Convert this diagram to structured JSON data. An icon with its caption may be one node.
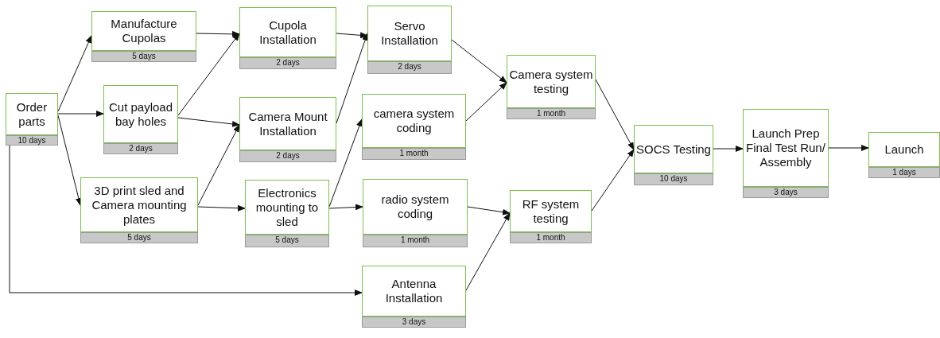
{
  "diagram": {
    "nodes": [
      {
        "text": [
          "Order parts"
        ],
        "beside": [
          "10 days"
        ]
      },
      {
        "text": [
          "Manufacture Cupolas"
        ],
        "beside": [
          "5 days"
        ]
      },
      {
        "text": [
          "Cut payload bay holes"
        ],
        "beside": [
          "2 days"
        ]
      },
      {
        "text": [
          "3D print sled and Camera mounting plates"
        ],
        "beside": [
          "5 days"
        ]
      },
      {
        "text": [
          "Cupola Installation"
        ],
        "beside": [
          "2 days"
        ]
      },
      {
        "text": [
          "Camera Mount Installation"
        ],
        "beside": [
          "2 days"
        ]
      },
      {
        "text": [
          "Electronics mounting to sled"
        ],
        "beside": [
          "5 days"
        ]
      },
      {
        "text": [
          "Servo Installation"
        ],
        "beside": [
          "2 days"
        ]
      },
      {
        "text": [
          "camera system coding"
        ],
        "beside": [
          "1 month"
        ]
      },
      {
        "text": [
          "radio system coding"
        ],
        "beside": [
          "1 month"
        ]
      },
      {
        "text": [
          "Antenna Installation"
        ],
        "beside": [
          "3 days"
        ]
      },
      {
        "text": [
          "Camera system testing"
        ],
        "beside": [
          "1 month"
        ]
      },
      {
        "text": [
          "RF system testing"
        ],
        "beside": [
          "1 month"
        ]
      },
      {
        "text": [
          "SOCS Testing"
        ],
        "beside": [
          "10 days"
        ]
      },
      {
        "text": [
          "Launch Prep Final Test Run/ Assembly"
        ],
        "beside": [
          "3 days"
        ]
      },
      {
        "text": [
          "Launch"
        ],
        "beside": [
          "1 days"
        ]
      }
    ],
    "edges": [
      {
        "from": 0,
        "to": 1,
        "arrow": "to"
      },
      {
        "from": 0,
        "to": 2,
        "arrow": "to"
      },
      {
        "from": 0,
        "to": 3,
        "arrow": "to"
      },
      {
        "from": 0,
        "to": 10,
        "arrow": "to"
      },
      {
        "from": 1,
        "to": 4,
        "arrow": "to"
      },
      {
        "from": 2,
        "to": 4,
        "arrow": "to"
      },
      {
        "from": 2,
        "to": 5,
        "arrow": "to"
      },
      {
        "from": 3,
        "to": 5,
        "arrow": "to"
      },
      {
        "from": 3,
        "to": 6,
        "arrow": "to"
      },
      {
        "from": 4,
        "to": 7,
        "arrow": "to"
      },
      {
        "from": 5,
        "to": 7,
        "arrow": "to"
      },
      {
        "from": 6,
        "to": 8,
        "arrow": "to"
      },
      {
        "from": 6,
        "to": 9,
        "arrow": "to"
      },
      {
        "from": 7,
        "to": 11,
        "arrow": "to"
      },
      {
        "from": 8,
        "to": 11,
        "arrow": "to"
      },
      {
        "from": 9,
        "to": 12,
        "arrow": "to"
      },
      {
        "from": 10,
        "to": 12,
        "arrow": "to"
      },
      {
        "from": 11,
        "to": 13,
        "arrow": "to"
      },
      {
        "from": 12,
        "to": 13,
        "arrow": "to"
      },
      {
        "from": 13,
        "to": 14,
        "arrow": "to"
      },
      {
        "from": 14,
        "to": 15,
        "arrow": "to"
      }
    ]
  }
}
